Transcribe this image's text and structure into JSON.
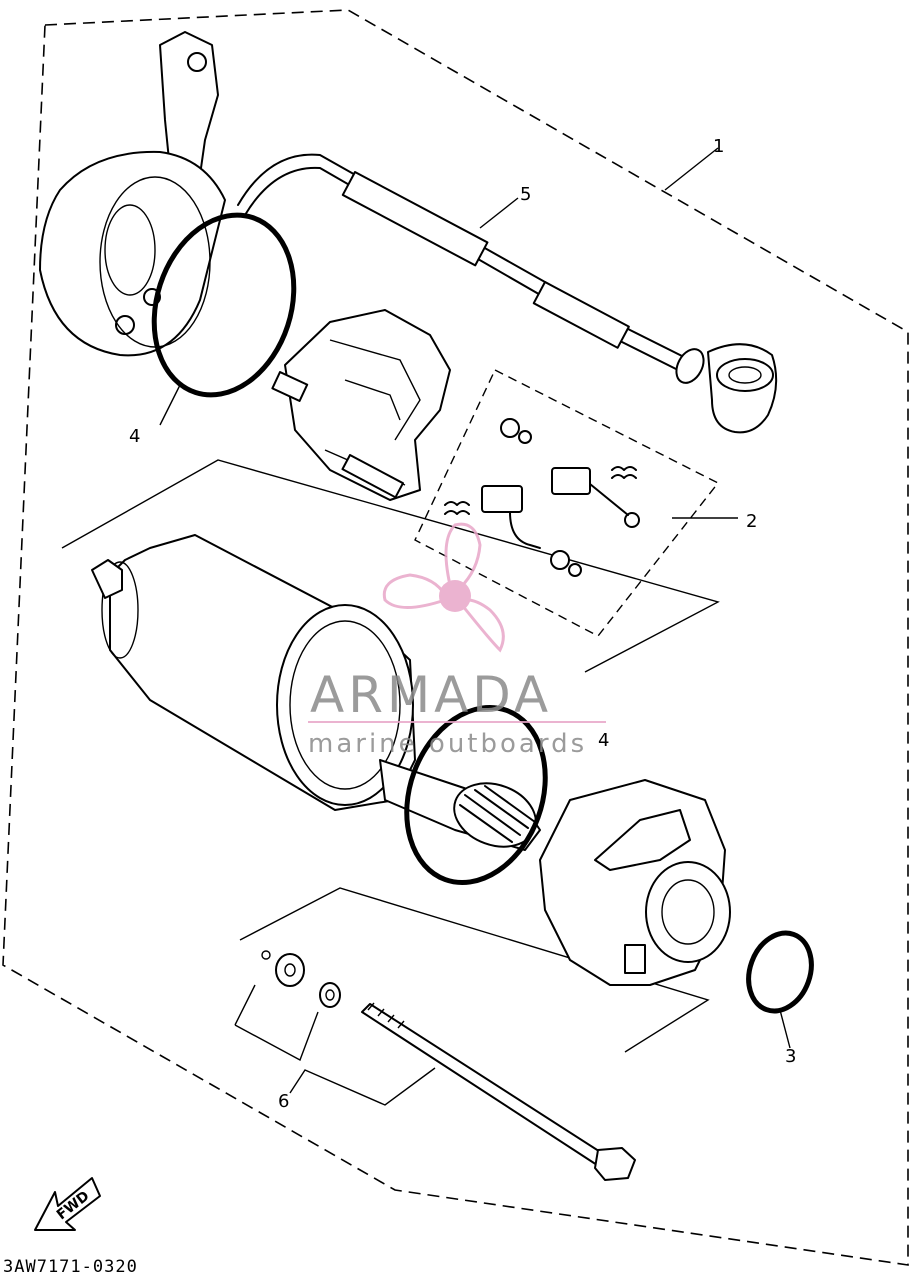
{
  "diagram": {
    "callouts": [
      {
        "id": "1",
        "text": "1"
      },
      {
        "id": "2",
        "text": "2"
      },
      {
        "id": "3",
        "text": "3"
      },
      {
        "id": "4a",
        "text": "4"
      },
      {
        "id": "4b",
        "text": "4"
      },
      {
        "id": "5",
        "text": "5"
      },
      {
        "id": "6",
        "text": "6"
      }
    ],
    "fwd_arrow_label": "FWD",
    "drawing_code": "3AW7171-0320"
  },
  "watermark": {
    "brand": "ARMADA",
    "tagline": "marine outboards",
    "color_pink": "#e8a6c8",
    "color_gray": "#8a8a8a"
  }
}
